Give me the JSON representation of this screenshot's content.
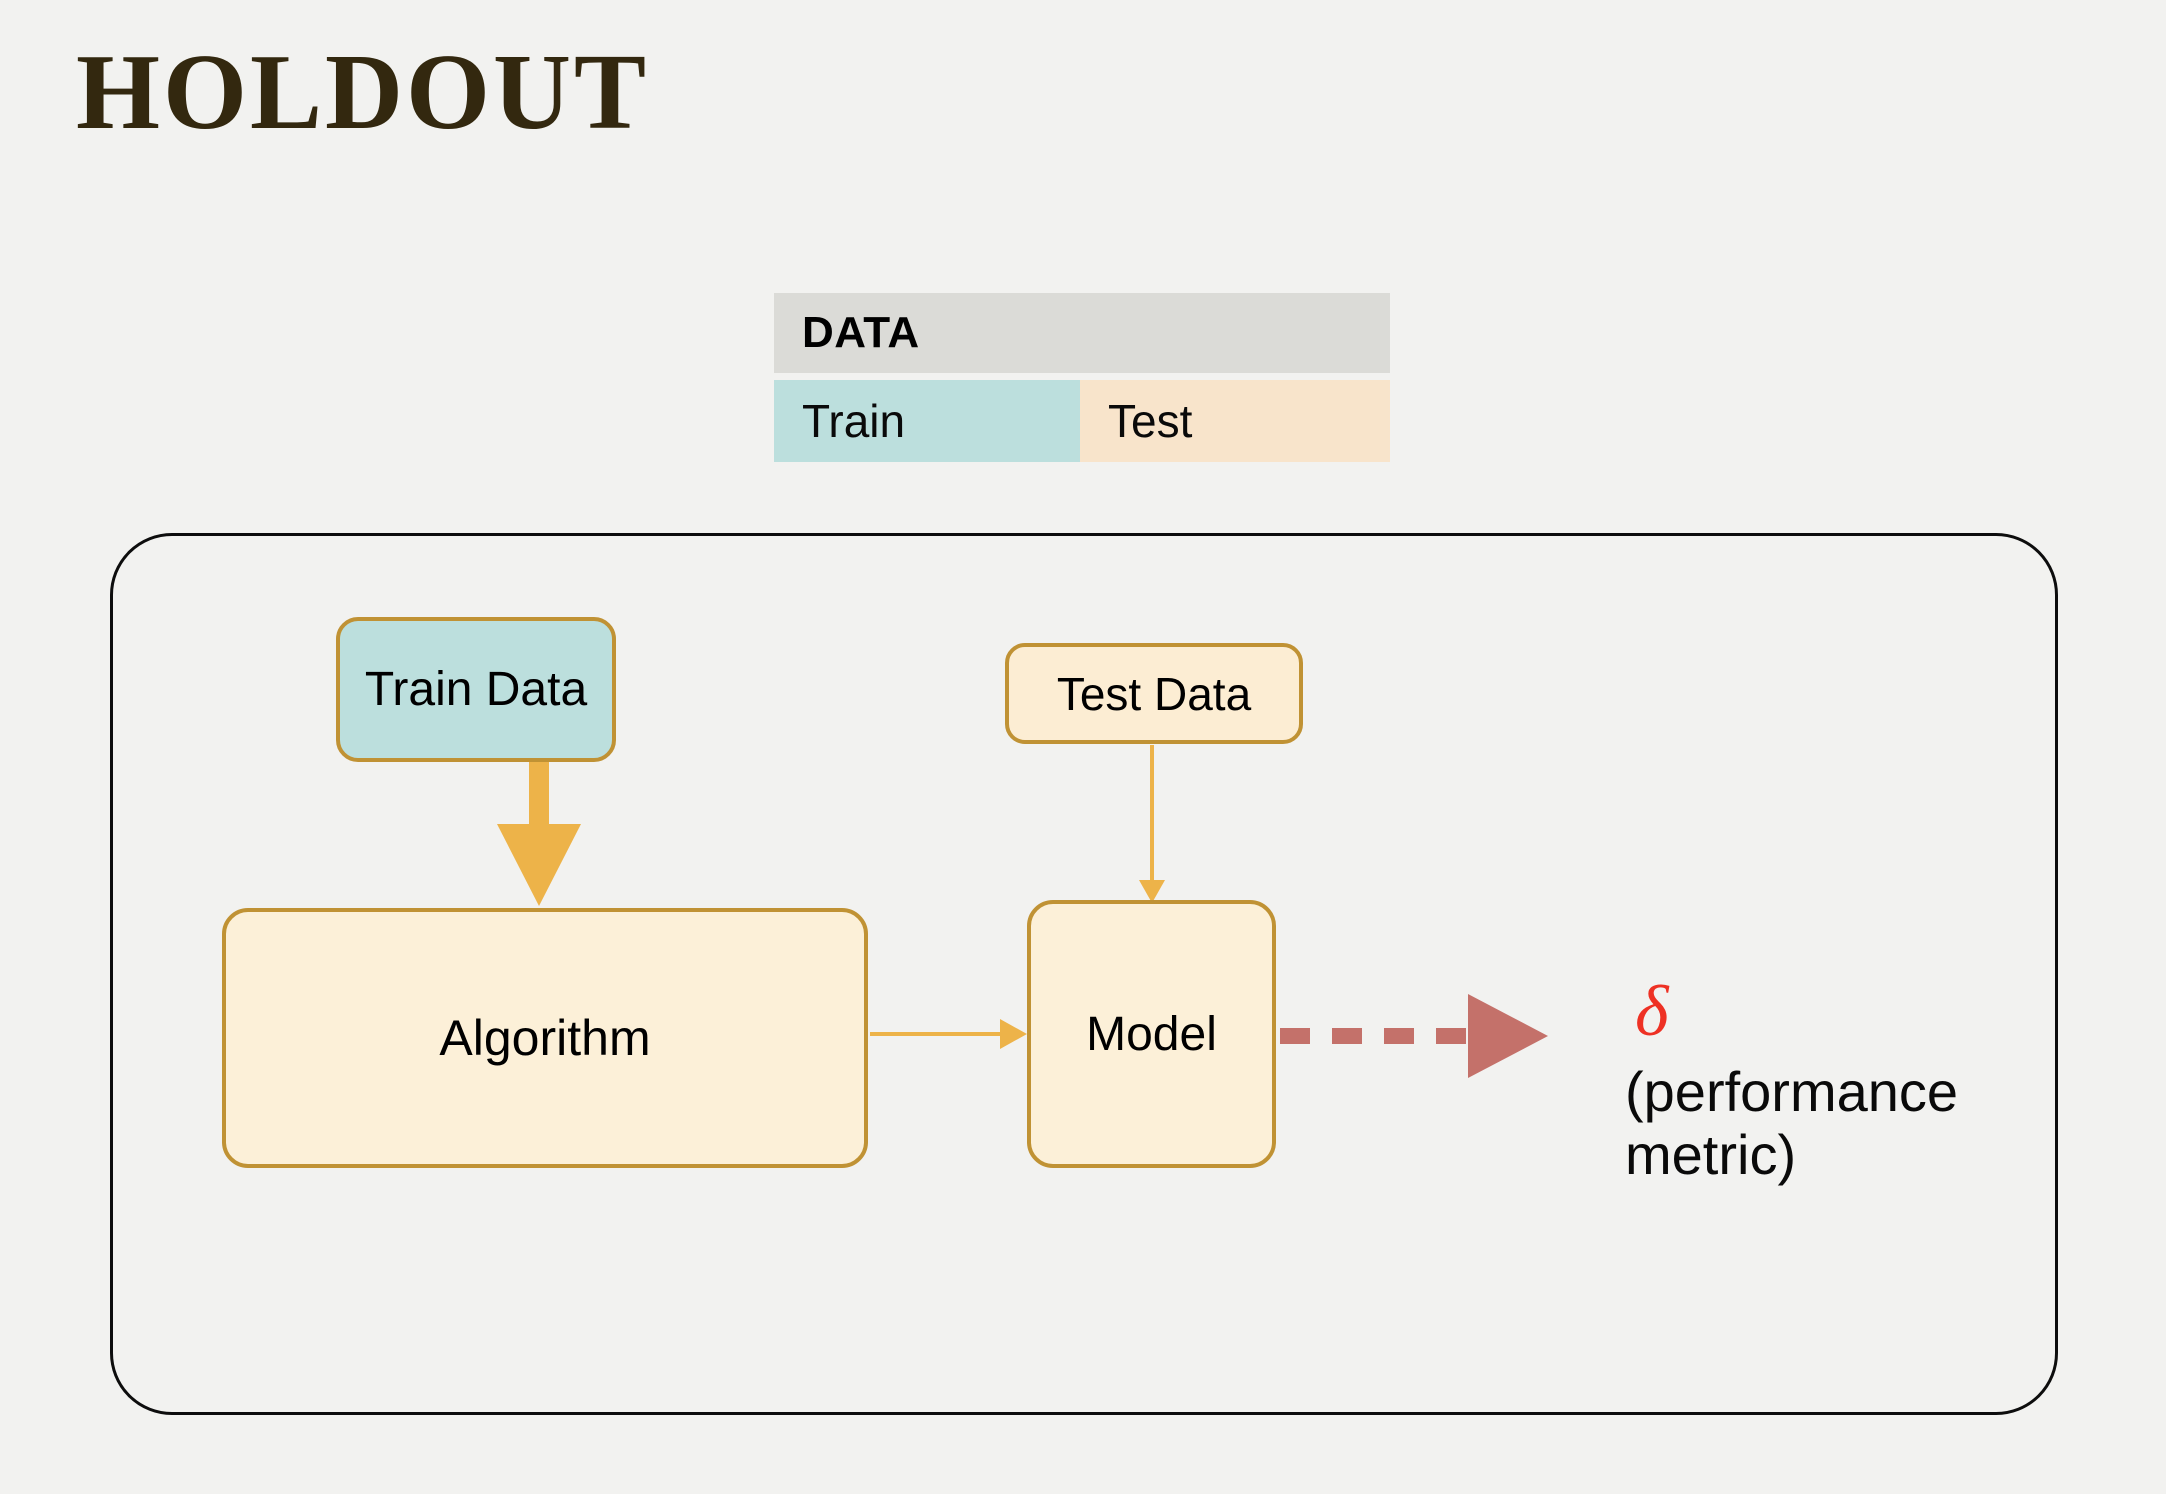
{
  "slide": {
    "title": "HOLDOUT",
    "background_color": "#f2f2f0"
  },
  "data_table": {
    "header_label": "DATA",
    "header_bg": "#dbdbd7",
    "cells": [
      {
        "label": "Train",
        "bg": "#bcdfdd"
      },
      {
        "label": "Test",
        "bg": "#f8e4cb"
      }
    ]
  },
  "pipeline": {
    "border_color": "#0d0d0d",
    "nodes": [
      {
        "id": "train-data",
        "label": "Train Data",
        "fill": "#bcdfdd",
        "stroke": "#c09234"
      },
      {
        "id": "test-data",
        "label": "Test Data",
        "fill": "#fcedd3",
        "stroke": "#c09234"
      },
      {
        "id": "algorithm",
        "label": "Algorithm",
        "fill": "#fcf0d8",
        "stroke": "#c09234"
      },
      {
        "id": "model",
        "label": "Model",
        "fill": "#fcf0d8",
        "stroke": "#c09234"
      }
    ],
    "arrows": {
      "thick_color": "#edb349",
      "thin_color": "#edb349",
      "dashed_color": "#c4716a"
    }
  },
  "metric": {
    "symbol": "δ",
    "symbol_color": "#ee3124",
    "caption_line1": "(performance",
    "caption_line2": "metric)"
  }
}
